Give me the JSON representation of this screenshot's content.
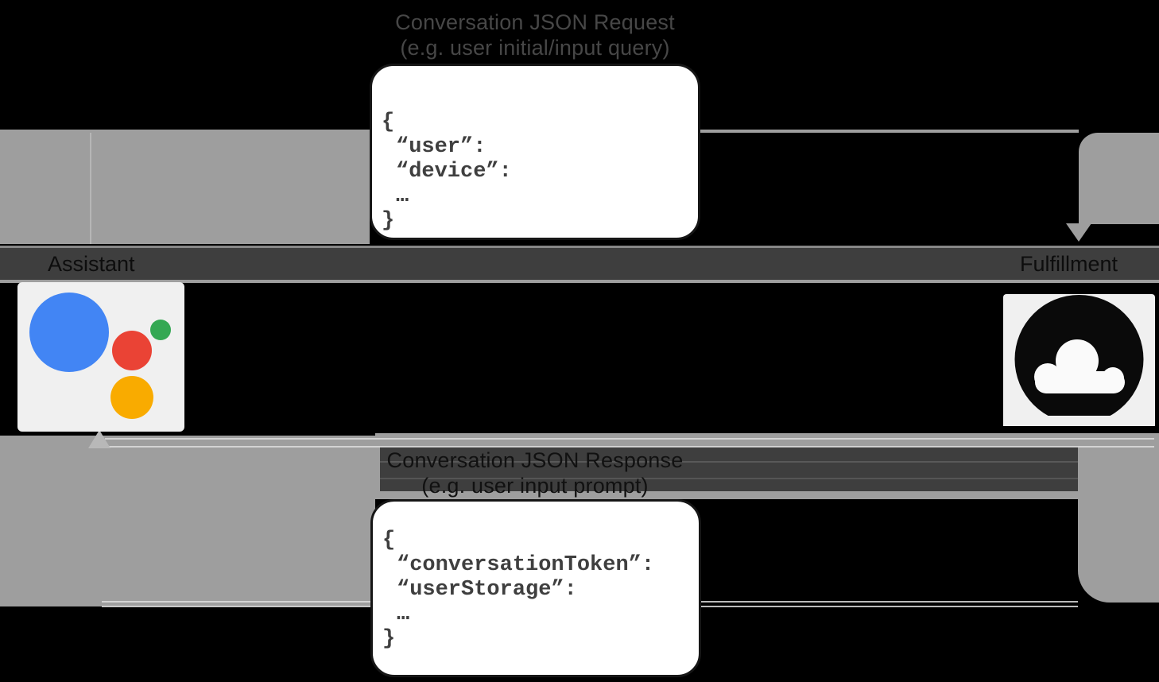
{
  "actors": {
    "left_label": "Assistant",
    "right_label": "Fulfillment"
  },
  "request": {
    "caption_line1": "Conversation JSON Request",
    "caption_line2": "(e.g. user initial/input query)",
    "code_lines": [
      "{",
      "“user”:",
      "“device”:",
      "…",
      "}"
    ]
  },
  "response": {
    "caption_line1": "Conversation JSON Response",
    "caption_line2": "(e.g. user input prompt)",
    "code_lines": [
      "{",
      "“conversationToken”:",
      "“userStorage”:",
      "…",
      "}"
    ]
  },
  "colors": {
    "assistant_blue": "#4285F4",
    "assistant_red": "#EA4335",
    "assistant_green": "#34A853",
    "assistant_yellow": "#F9AB00",
    "backdrop_gray": "#9E9E9E",
    "band_dark": "#3E3E3E",
    "cloud_black": "#0A0A0A"
  }
}
